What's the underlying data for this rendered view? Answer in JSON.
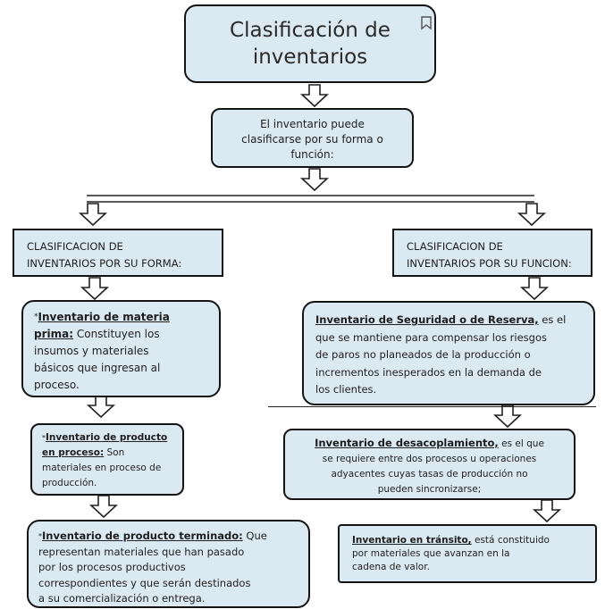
{
  "title": {
    "line1": "Clasificación de",
    "line2": "inventarios"
  },
  "intro": {
    "line1": "El inventario puede",
    "line2": "clasificarse por su forma o",
    "line3": "función:"
  },
  "form_header": {
    "line1": "CLASIFICACION DE",
    "line2": "INVENTARIOS POR SU FORMA:"
  },
  "function_header": {
    "line1": "CLASIFICACION DE",
    "line2": "INVENTARIOS POR SU FUNCION:"
  },
  "raw_material": {
    "prefix": "*",
    "term_l1": "Inventario de materia",
    "term_l2": "prima:",
    "desc_l2": " Constituyen los",
    "line3": "insumos y materiales",
    "line4": "básicos que ingresan al",
    "line5": "proceso."
  },
  "in_process": {
    "prefix": "*",
    "term_l1": "Inventario de producto",
    "term_l2": "en proceso:",
    "desc_l2": " Son",
    "line3": "materiales en proceso de",
    "line4": "producción."
  },
  "finished": {
    "prefix": "*",
    "term_l1": "Inventario de producto terminado:",
    "desc_l1": " Que",
    "line2": "representan materiales que han pasado",
    "line3": "por los procesos productivos",
    "line4": "correspondientes  y que serán destinados",
    "line5": "a su comercialización o entrega."
  },
  "safety": {
    "term": "Inventario de Seguridad o de Reserva,",
    "desc_l1": " es el",
    "line2": "que se mantiene para compensar los riesgos",
    "line3": "de paros no planeados de la producción o",
    "line4": "incrementos inesperados en la demanda de",
    "line5": "los clientes."
  },
  "decoupling": {
    "term": "Inventario de desacoplamiento,",
    "desc_l1": " es el que",
    "line2": "se requiere entre dos procesos u operaciones",
    "line3": "adyacentes cuyas tasas de producción no",
    "line4": "pueden sincronizarse;"
  },
  "transit": {
    "term": "Inventario en tránsito,",
    "desc_l1": " está constituido",
    "line2": "por materiales que avanzan en la",
    "line3": "cadena de valor."
  },
  "colors": {
    "box_fill": "#dbe9f3",
    "border": "#141414"
  },
  "icons": [
    "bookmark-icon",
    "down-arrow-icon"
  ]
}
